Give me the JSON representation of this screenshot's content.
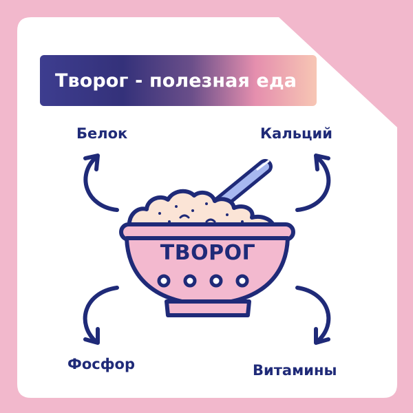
{
  "title": "Творог - полезная еда",
  "bowl_label": "ТВОРОГ",
  "nutrients": {
    "top_left": "Белок",
    "top_right": "Кальций",
    "bottom_left": "Фосфор",
    "bottom_right": "Витамины"
  },
  "colors": {
    "background": "#f2b8cc",
    "card": "#ffffff",
    "navy": "#1f2a78",
    "bowl_pink": "#f3b9cf",
    "cheese": "#fbe4d6",
    "spoon": "#a7b8f0"
  },
  "icons": [
    "bowl-of-cottage-cheese-icon",
    "spoon-icon",
    "curved-arrow-icon"
  ]
}
